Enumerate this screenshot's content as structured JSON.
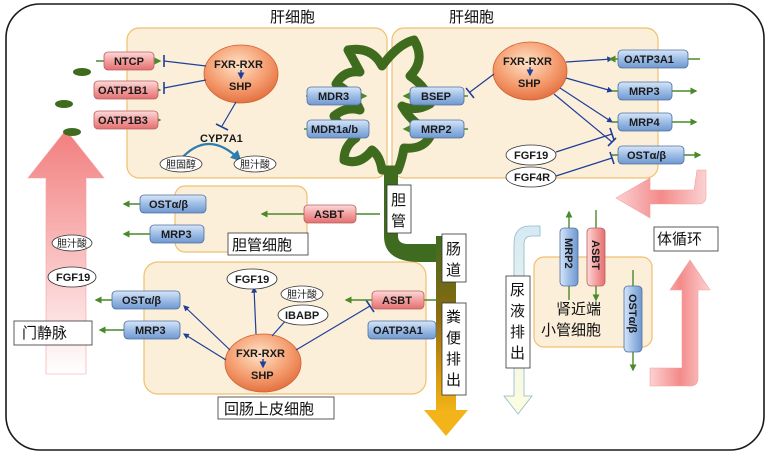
{
  "cells": {
    "hepatocyte_left": "肝细胞",
    "hepatocyte_right": "肝细胞",
    "cholangiocyte": "胆管细胞",
    "ileal_epithelial": "回肠上皮细胞",
    "renal_tubule_line1": "肾近端",
    "renal_tubule_line2": "小管细胞"
  },
  "pathways": {
    "bile_duct": [
      "胆",
      "管"
    ],
    "intestine": [
      "肠",
      "道"
    ],
    "fecal_excretion": [
      "粪",
      "便",
      "排",
      "出"
    ],
    "urine_excretion": [
      "尿",
      "液",
      "排",
      "出"
    ],
    "portal_vein": "门静脉",
    "systemic_circulation": "体循环"
  },
  "nuclear_receptor": {
    "top": "FXR-RXR",
    "bottom": "SHP"
  },
  "transporters": {
    "hep_left": {
      "ntcp": "NTCP",
      "oatp1b1": "OATP1B1",
      "oatp1b3": "OATP1B3"
    },
    "cyp": "CYP7A1",
    "cholesterol": "胆固醇",
    "bile_acid": "胆汁酸",
    "canalicular": {
      "mdr3": "MDR3",
      "mdr1": "MDR1a/b",
      "bsep": "BSEP",
      "mrp2": "MRP2"
    },
    "hep_right": {
      "oatp3a1": "OATP3A1",
      "mrp3": "MRP3",
      "mrp4": "MRP4",
      "ost": "OSTα/β",
      "fgf19": "FGF19",
      "fgf4r": "FGF4R"
    },
    "chol": {
      "ost": "OSTα/β",
      "mrp3": "MRP3",
      "asbt": "ASBT"
    },
    "ileal": {
      "ost": "OSTα/β",
      "mrp3": "MRP3",
      "fgf19": "FGF19",
      "bile_acid": "胆汁酸",
      "ibabp": "IBABP",
      "asbt": "ASBT",
      "oatp3a1": "OATP3A1"
    },
    "renal": {
      "mrp2": "MRP2",
      "asbt": "ASBT",
      "ost": "OSTα/β"
    },
    "portal": {
      "bile_acid": "胆汁酸",
      "fgf19": "FGF19"
    }
  },
  "colors": {
    "cell_fill": "#FCEFD9",
    "cell_border": "#F0C070",
    "blue_box": "#9DBDE6",
    "pink_box": "#F4A0A0",
    "arrow_green": "#4A8A2A",
    "arrow_blue": "#1F3F9A",
    "nucleus": "#F08050"
  }
}
